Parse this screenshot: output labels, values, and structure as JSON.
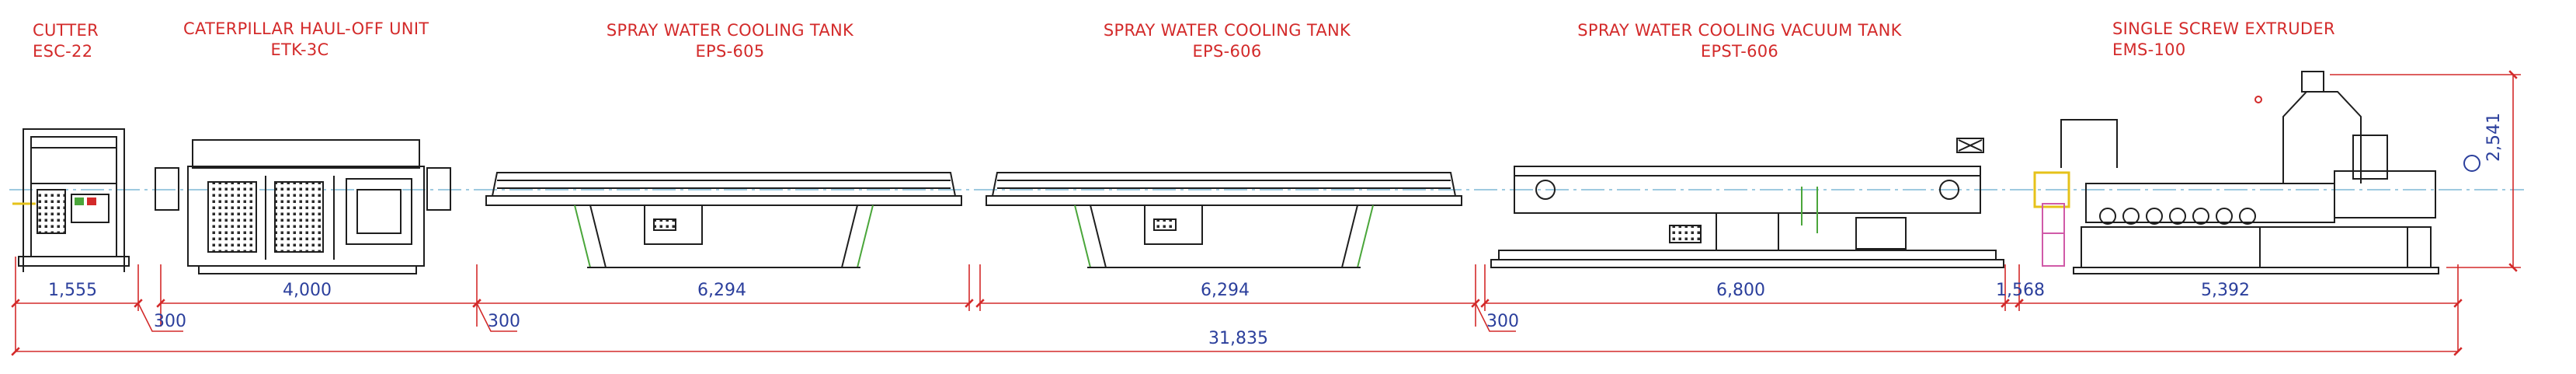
{
  "colors": {
    "label": "#d32a2a",
    "dimension": "#2b3f9c",
    "outline": "#1e1e1e",
    "centerline": "#7fb9d6",
    "accent_green": "#4aa63a",
    "accent_pink": "#d05aa8",
    "accent_yellow": "#e6c21a"
  },
  "machines": [
    {
      "id": "cutter",
      "name": "CUTTER",
      "model": "ESC-22"
    },
    {
      "id": "haul_off",
      "name": "CATERPILLAR HAUL-OFF UNIT",
      "model": "ETK-3C"
    },
    {
      "id": "tank1",
      "name": "SPRAY WATER COOLING TANK",
      "model": "EPS-605"
    },
    {
      "id": "tank2",
      "name": "SPRAY WATER COOLING  TANK",
      "model": "EPS-606"
    },
    {
      "id": "vacuum_tank",
      "name": "SPRAY WATER COOLING VACUUM TANK",
      "model": "EPST-606"
    },
    {
      "id": "extruder",
      "name": "SINGLE SCREW EXTRUDER",
      "model": "EMS-100"
    }
  ],
  "dimensions": {
    "cutter_len": "1,555",
    "haul_off_len": "4,000",
    "tank1_len": "6,294",
    "tank2_len": "6,294",
    "vacuum_tank_len": "6,800",
    "gap_len": "1,568",
    "extruder_len": "5,392",
    "spacing_1": "300",
    "spacing_2": "300",
    "spacing_3": "300",
    "total_len": "31,835",
    "height": "2,541"
  }
}
